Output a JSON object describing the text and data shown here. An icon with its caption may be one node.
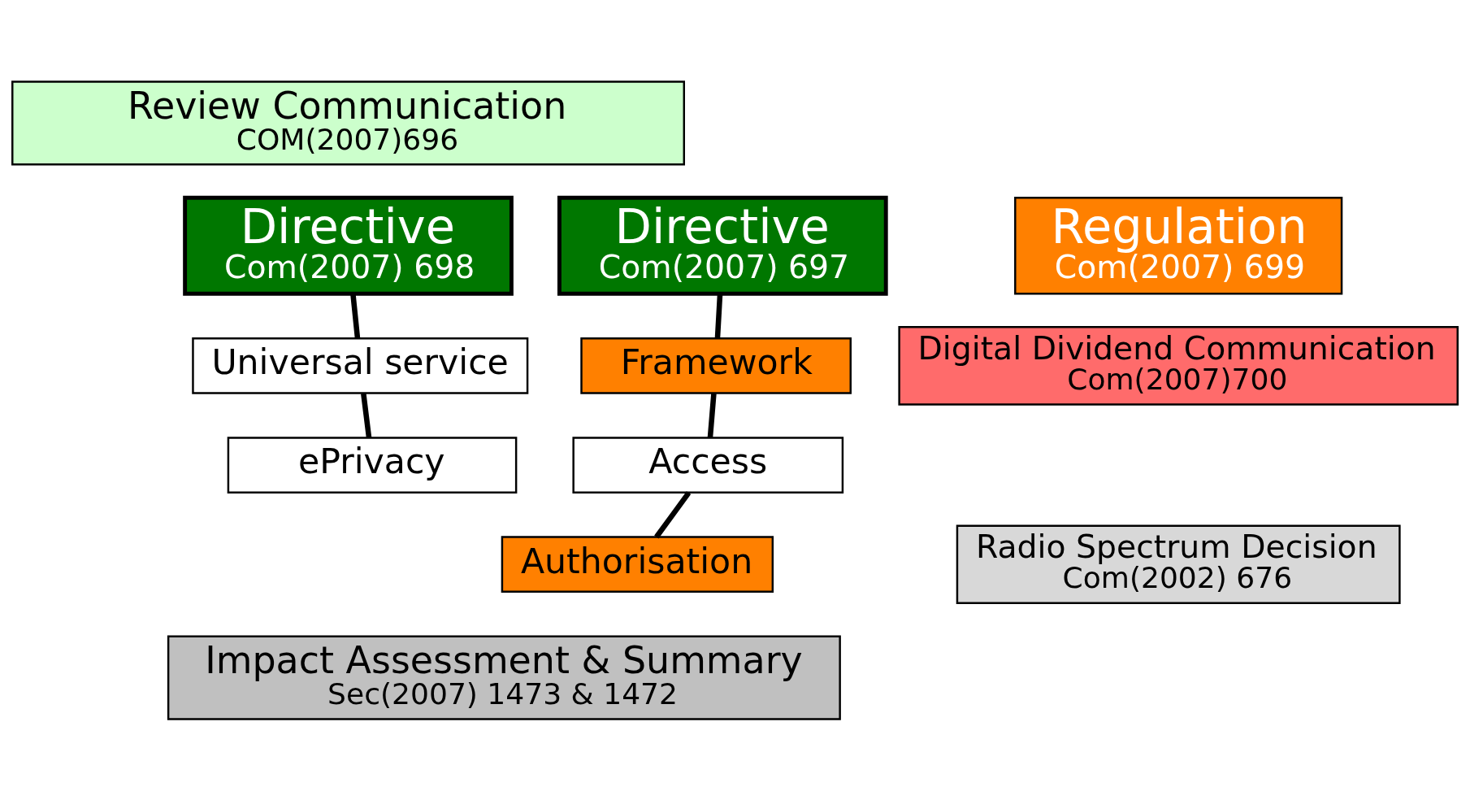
{
  "diagram": {
    "nodes": [
      {
        "text": [
          "Review Communication",
          "COM(2007)696"
        ]
      },
      {
        "text": [
          "Directive",
          "Com(2007) 697"
        ]
      },
      {
        "text": [
          "Directive",
          "Com(2007) 698"
        ]
      },
      {
        "text": [
          "Regulation",
          "Com(2007) 699"
        ]
      },
      {
        "text": [
          "Framework"
        ]
      },
      {
        "text": [
          "Access"
        ]
      },
      {
        "text": [
          "Authorisation"
        ]
      },
      {
        "text": [
          "Universal service"
        ]
      },
      {
        "text": [
          "ePrivacy"
        ]
      },
      {
        "text": [
          "Impact Assessment & Summary",
          "Sec(2007) 1473 & 1472"
        ]
      },
      {
        "text": [
          "Digital Dividend Communication",
          "Com(2007)700"
        ]
      },
      {
        "text": [
          "Radio Spectrum Decision",
          "Com(2002) 676"
        ]
      }
    ],
    "edges": [
      {
        "from": 1,
        "to": 4,
        "arrow": "none"
      },
      {
        "from": 4,
        "to": 5,
        "arrow": "none"
      },
      {
        "from": 5,
        "to": 6,
        "arrow": "none"
      },
      {
        "from": 2,
        "to": 7,
        "arrow": "none"
      },
      {
        "from": 7,
        "to": 8,
        "arrow": "none"
      }
    ]
  }
}
